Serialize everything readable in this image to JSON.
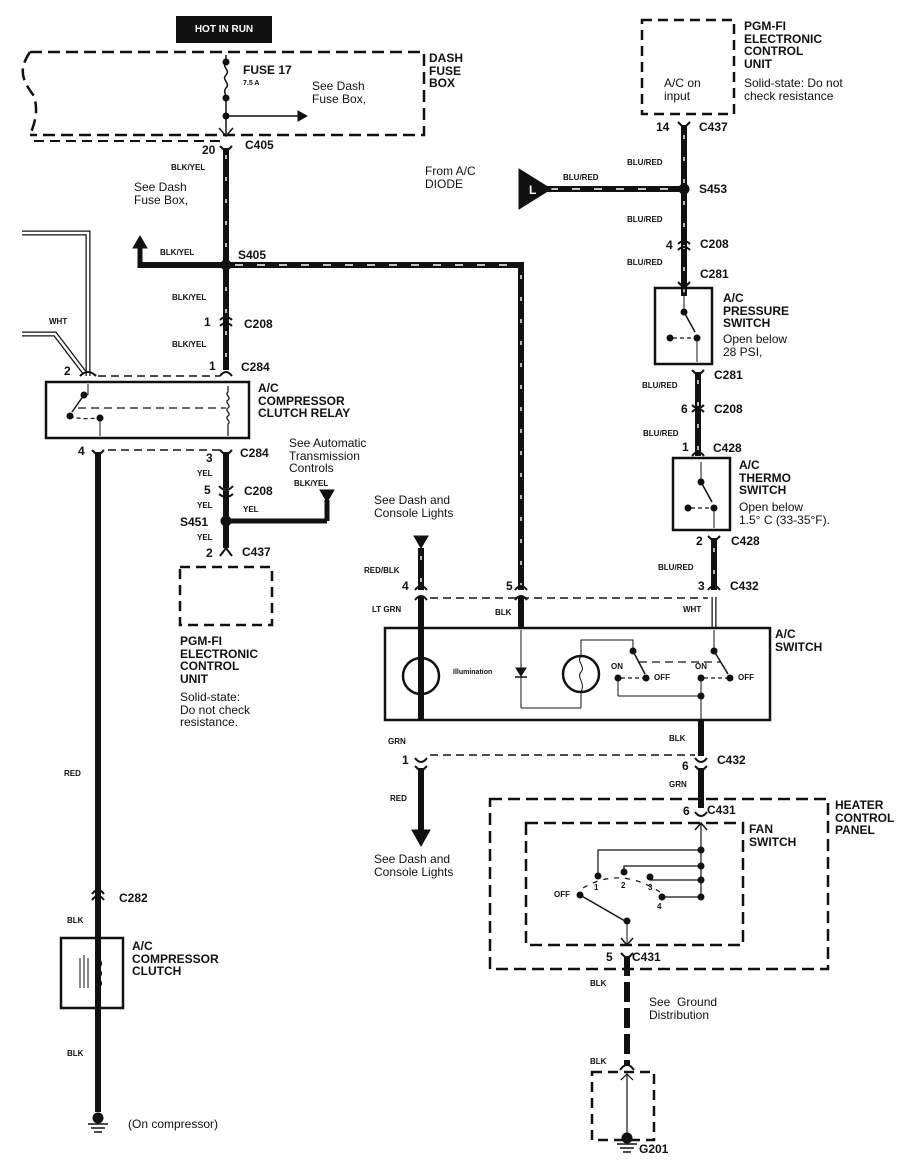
{
  "header": {
    "hot_label": "HOT IN RUN"
  },
  "components": {
    "dash_fuse_box": {
      "title": "DASH\nFUSE\nBOX",
      "fuse": "FUSE 17",
      "rating": "7.5 A",
      "note": "See Dash\nFuse Box,"
    },
    "ecu_top": {
      "title": "PGM-FI\nELECTRONIC\nCONTROL\nUNIT",
      "desc": "Solid-state: Do not\ncheck resistance",
      "internal": "A/C on\ninput"
    },
    "ecu_left": {
      "title": "PGM-FI\nELECTRONIC\nCONTROL\nUNIT",
      "desc": "Solid-state:\nDo not check\nresistance."
    },
    "relay": {
      "title": "A/C\nCOMPRESSOR\nCLUTCH RELAY"
    },
    "pressure_switch": {
      "title": "A/C\nPRESSURE\nSWITCH",
      "desc": "Open below\n28 PSI,"
    },
    "thermo_switch": {
      "title": "A/C\nTHERMO\nSWITCH",
      "desc": "Open below\n1.5° C (33-35°F)."
    },
    "ac_switch": {
      "title": "A/C\nSWITCH",
      "illumination": "Illumination",
      "on1": "ON",
      "off1": "OFF",
      "on2": "ON",
      "off2": "OFF"
    },
    "heater_panel": {
      "title": "HEATER\nCONTROL\nPANEL"
    },
    "fan_switch": {
      "title": "FAN\nSWITCH",
      "positions": [
        "OFF",
        "1",
        "2",
        "3",
        "4"
      ]
    },
    "clutch": {
      "title": "A/C\nCOMPRESSOR\nCLUTCH"
    }
  },
  "notes": {
    "see_dash_fuse_box": "See Dash\nFuse Box,",
    "from_ac_diode": "From A/C\nDIODE",
    "see_auto_trans": "See Automatic\nTransmission\nControls",
    "see_dash_console_top": "See Dash and\nConsole Lights",
    "see_dash_console_bottom": "See Dash and\nConsole Lights",
    "see_ground": "See  Ground\nDistribution",
    "on_compressor": "(On compressor)",
    "diode_letter": "L"
  },
  "connectors": {
    "c405": "C405",
    "pin20": "20",
    "s405": "S405",
    "c208a": "C208",
    "pin1a": "1",
    "c284a": "C284",
    "pin1b": "1",
    "pin2": "2",
    "c284b": "C284",
    "pin4": "4",
    "pin3": "3",
    "c208b": "C208",
    "pin5a": "5",
    "s451": "S451",
    "c437a": "C437",
    "pin2b": "2",
    "c282": "C282",
    "c437b": "C437",
    "pin14": "14",
    "s453": "S453",
    "c208c": "C208",
    "pin4b": "4",
    "c281a": "C281",
    "c281b": "C281",
    "c208d": "C208",
    "pin6a": "6",
    "c428a": "C428",
    "pin1c": "1",
    "c428b": "C428",
    "pin2c": "2",
    "c432a": "C432",
    "pin3b": "3",
    "pin4c": "4",
    "pin5b": "5",
    "c432b": "C432",
    "pin1d": "1",
    "pin6b": "6",
    "c431a": "C431",
    "pin6c": "6",
    "c431b": "C431",
    "pin5c": "5",
    "g201": "G201"
  },
  "wires": {
    "blk_yel_1": "BLK/YEL",
    "blk_yel_2": "BLK/YEL",
    "blk_yel_3": "BLK/YEL",
    "blk_yel_4": "BLK/YEL",
    "blk_yel_5": "BLK/YEL",
    "wht_1": "WHT",
    "yel_1": "YEL",
    "yel_2": "YEL",
    "yel_3": "YEL",
    "yel_4": "YEL",
    "red_1": "RED",
    "blk_1": "BLK",
    "blk_2": "BLK",
    "blu_red_1": "BLU/RED",
    "blu_red_2": "BLU/RED",
    "blu_red_3": "BLU/RED",
    "blu_red_4": "BLU/RED",
    "blu_red_5": "BLU/RED",
    "blu_red_6": "BLU/RED",
    "blu_red_7": "BLU/RED",
    "red_blk": "RED/BLK",
    "lt_grn": "LT GRN",
    "blk_3": "BLK",
    "wht_2": "WHT",
    "grn_1": "GRN",
    "blk_4": "BLK",
    "red_2": "RED",
    "grn_2": "GRN",
    "blk_5": "BLK",
    "blk_6": "BLK"
  }
}
